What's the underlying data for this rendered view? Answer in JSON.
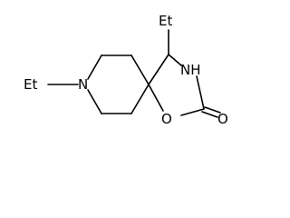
{
  "molecule": {
    "atoms": {
      "n_ring": "N",
      "n_ethyl": "Et",
      "c_ethyl": "Et",
      "nh": "NH",
      "o_ring": "O",
      "o_carbonyl": "O"
    }
  },
  "colors": {
    "bond": "#000000",
    "label": "#000000",
    "background": "#ffffff"
  }
}
